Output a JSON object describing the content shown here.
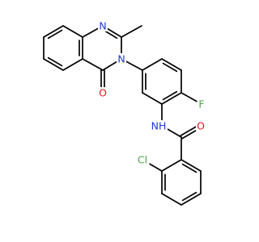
{
  "molecule": {
    "atoms": [
      {
        "id": "N1",
        "label": "N",
        "color": "#1f3ad6"
      },
      {
        "id": "N3",
        "label": "N",
        "color": "#1f3ad6"
      },
      {
        "id": "O4",
        "label": "O",
        "color": "#e8141c"
      },
      {
        "id": "F",
        "label": "F",
        "color": "#4fa24a"
      },
      {
        "id": "NH",
        "label": "NH",
        "color": "#1f3ad6"
      },
      {
        "id": "O2",
        "label": "O",
        "color": "#e8141c"
      },
      {
        "id": "Cl",
        "label": "Cl",
        "color": "#4fa24a"
      }
    ]
  }
}
